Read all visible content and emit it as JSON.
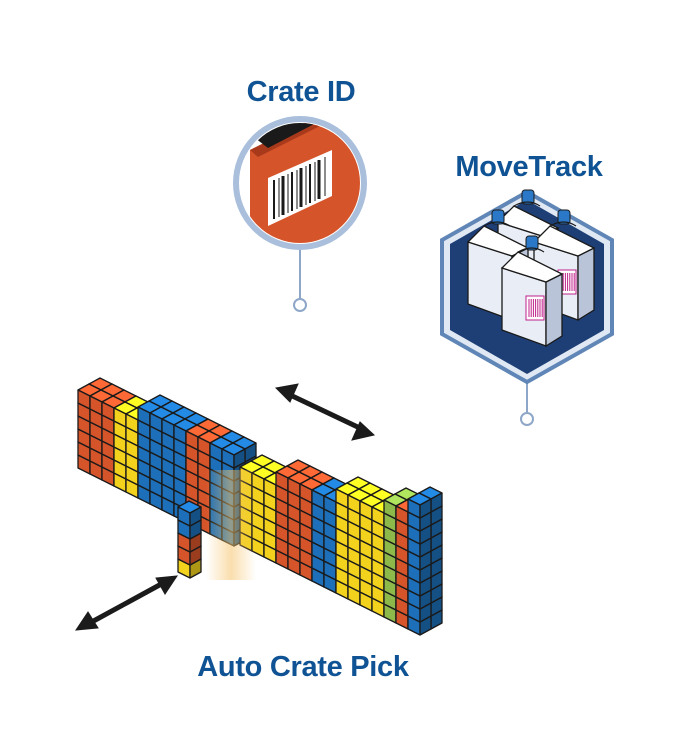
{
  "labels": {
    "crate_id": "Crate ID",
    "movetrack": "MoveTrack",
    "auto_crate_pick": "Auto Crate Pick"
  },
  "colors": {
    "label": "#0f5394",
    "blue": "#1c6fb8",
    "orange": "#d6542a",
    "yellow": "#f2d21d",
    "green": "#8db84a",
    "callout_ring": "#a9bfdb",
    "connector": "#8ea7c8",
    "arrow": "#1b1b1b"
  },
  "icons": {
    "crate_callout": "barcode-crate-icon",
    "movetrack_callout": "jugs-with-barcodes-icon"
  }
}
